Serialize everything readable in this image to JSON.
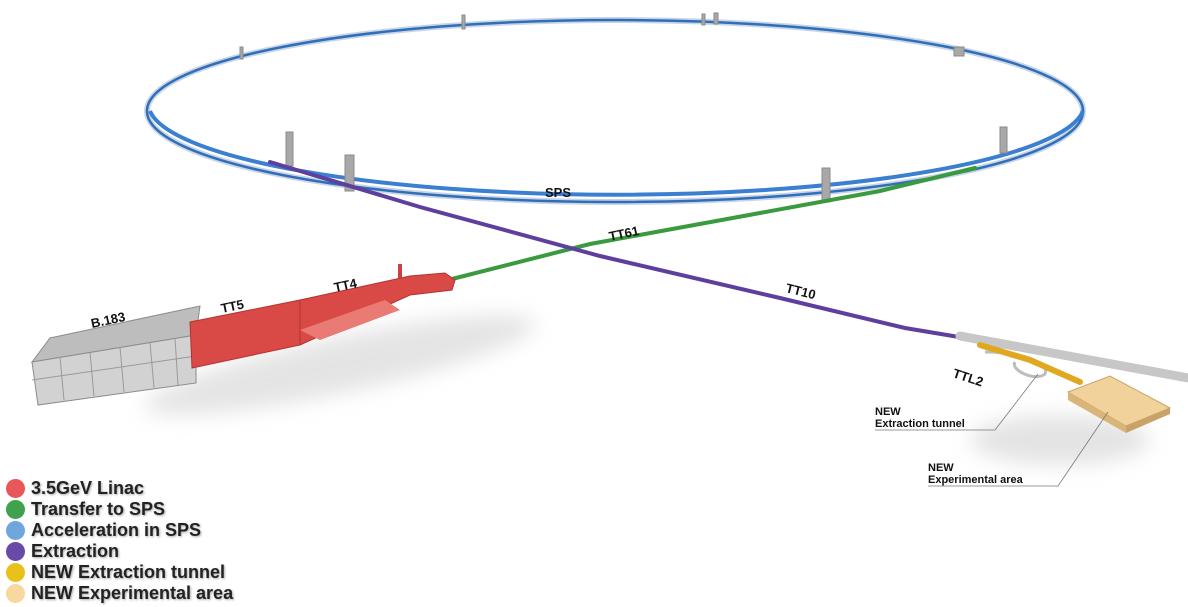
{
  "labels": {
    "sps": "SPS",
    "tt61": "TT61",
    "tt4": "TT4",
    "tt5": "TT5",
    "b183": "B.183",
    "tt10": "TT10",
    "ttl2": "TTL2",
    "new_tunnel_1": "NEW",
    "new_tunnel_2": "Extraction tunnel",
    "new_area_1": "NEW",
    "new_area_2": "Experimental area"
  },
  "legend": [
    {
      "label": "3.5GeV Linac",
      "color": "#e8575a"
    },
    {
      "label": "Transfer to SPS",
      "color": "#3fa34d"
    },
    {
      "label": "Acceleration in SPS",
      "color": "#6fa6dc"
    },
    {
      "label": "Extraction",
      "color": "#6a4aa8"
    },
    {
      "label": "NEW Extraction tunnel",
      "color": "#e8c21a"
    },
    {
      "label": "NEW Experimental area",
      "color": "#f7d9a0"
    }
  ],
  "colors": {
    "ring": "#2f6fba",
    "ring_light": "#c9d5e6",
    "linac": "#d94a46",
    "transfer": "#3a9a3e",
    "extraction": "#5e3f9e",
    "new_tunnel": "#e0a820",
    "new_area": "#e6c489",
    "building": "#b9b9b9"
  }
}
